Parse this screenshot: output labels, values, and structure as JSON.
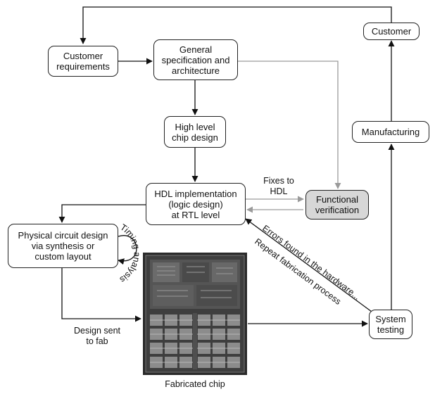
{
  "nodes": {
    "customer_requirements": "Customer\nrequirements",
    "general_spec": "General\nspecification and\narchitecture",
    "high_level": "High level\nchip design",
    "hdl_impl": "HDL implementation\n(logic design)\nat RTL level",
    "functional_verification": "Functional\nverification",
    "physical_design": "Physical circuit design\nvia synthesis or\ncustom layout",
    "system_testing": "System\ntesting",
    "manufacturing": "Manufacturing",
    "customer": "Customer"
  },
  "labels": {
    "fixes_to_hdl": "Fixes to\nHDL",
    "timing_analysis": "Timing analysis",
    "errors_found": "Errors found in the hardware...",
    "repeat_fabrication": "Repeat fabrication process",
    "design_sent": "Design sent\nto fab",
    "fabricated_chip": "Fabricated chip"
  },
  "colors": {
    "line": "#111111",
    "gray_line": "#9a9a9a",
    "verification_fill": "#d7d7d7",
    "chip_die": "#3a3a3a"
  }
}
